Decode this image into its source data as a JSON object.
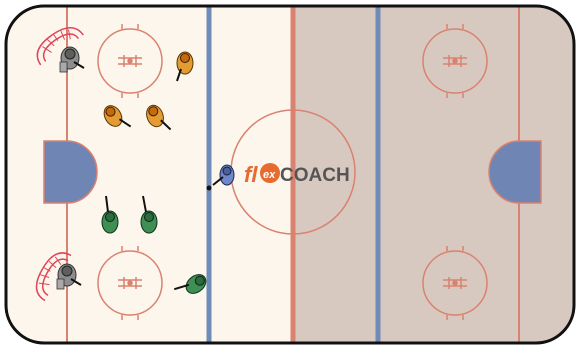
{
  "diagram": {
    "logo_text_fl": "fl",
    "logo_text_ex": "ex",
    "logo_text_coach": "COACH",
    "colors": {
      "rink_ice": "#fdf6ec",
      "shaded_zone": "#d8c9c0",
      "red_line": "#d9826f",
      "blue_line": "#6f8bb8",
      "crease": "#6f86b5",
      "team_orange": "#e39b33",
      "team_green": "#3f8f55",
      "goalie_gray": "#8d8d8d",
      "net_red": "#e0445a"
    },
    "players": [
      {
        "role": "goalie",
        "team": "gray",
        "icon": "goalie-icon"
      },
      {
        "role": "goalie",
        "team": "gray",
        "icon": "goalie-icon"
      },
      {
        "role": "skater",
        "team": "orange",
        "icon": "skater-icon"
      },
      {
        "role": "skater",
        "team": "orange",
        "icon": "skater-icon"
      },
      {
        "role": "skater",
        "team": "orange",
        "icon": "skater-icon"
      },
      {
        "role": "skater",
        "team": "green",
        "icon": "skater-icon"
      },
      {
        "role": "skater",
        "team": "green",
        "icon": "skater-icon"
      },
      {
        "role": "skater",
        "team": "green",
        "icon": "skater-icon"
      },
      {
        "role": "skater",
        "team": "blue",
        "icon": "skater-icon"
      }
    ]
  }
}
